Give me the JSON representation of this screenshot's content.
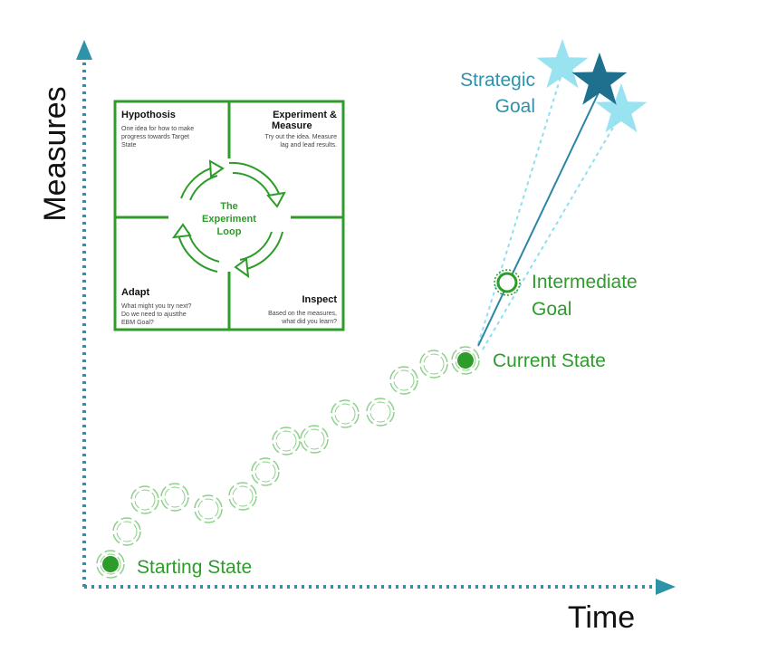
{
  "axes": {
    "x_label": "Time",
    "y_label": "Measures",
    "color": "#2e93a8",
    "label_color": "#111111"
  },
  "states": {
    "starting": "Starting State",
    "current": "Current State",
    "intermediate": [
      "Intermediate",
      "Goal"
    ],
    "strategic": [
      "Strategic",
      "Goal"
    ]
  },
  "experiment_loop": {
    "center": [
      "The",
      "Experiment",
      "Loop"
    ],
    "quadrants": {
      "hypothesis": {
        "title": [
          "Hypothosis"
        ],
        "body": [
          "One idea for how to make",
          "progress towards Target",
          "State"
        ]
      },
      "experiment": {
        "title": [
          "Experiment &",
          "Measure"
        ],
        "body": [
          "Try out the idea. Measure",
          "lag and lead results."
        ]
      },
      "adapt": {
        "title": [
          "Adapt"
        ],
        "body": [
          "What might you try next?",
          "Do we need to ajustthe",
          "EBM Goal?"
        ]
      },
      "inspect": {
        "title": [
          "Inspect"
        ],
        "body": [
          "Based on the measures,",
          "what did you learn?"
        ]
      }
    }
  },
  "colors": {
    "green": "#2e9c2a",
    "green_light": "#8fd08c",
    "teal": "#2b86a3",
    "teal_light": "#8ee0f0",
    "teal_dark": "#1f6f8f"
  }
}
